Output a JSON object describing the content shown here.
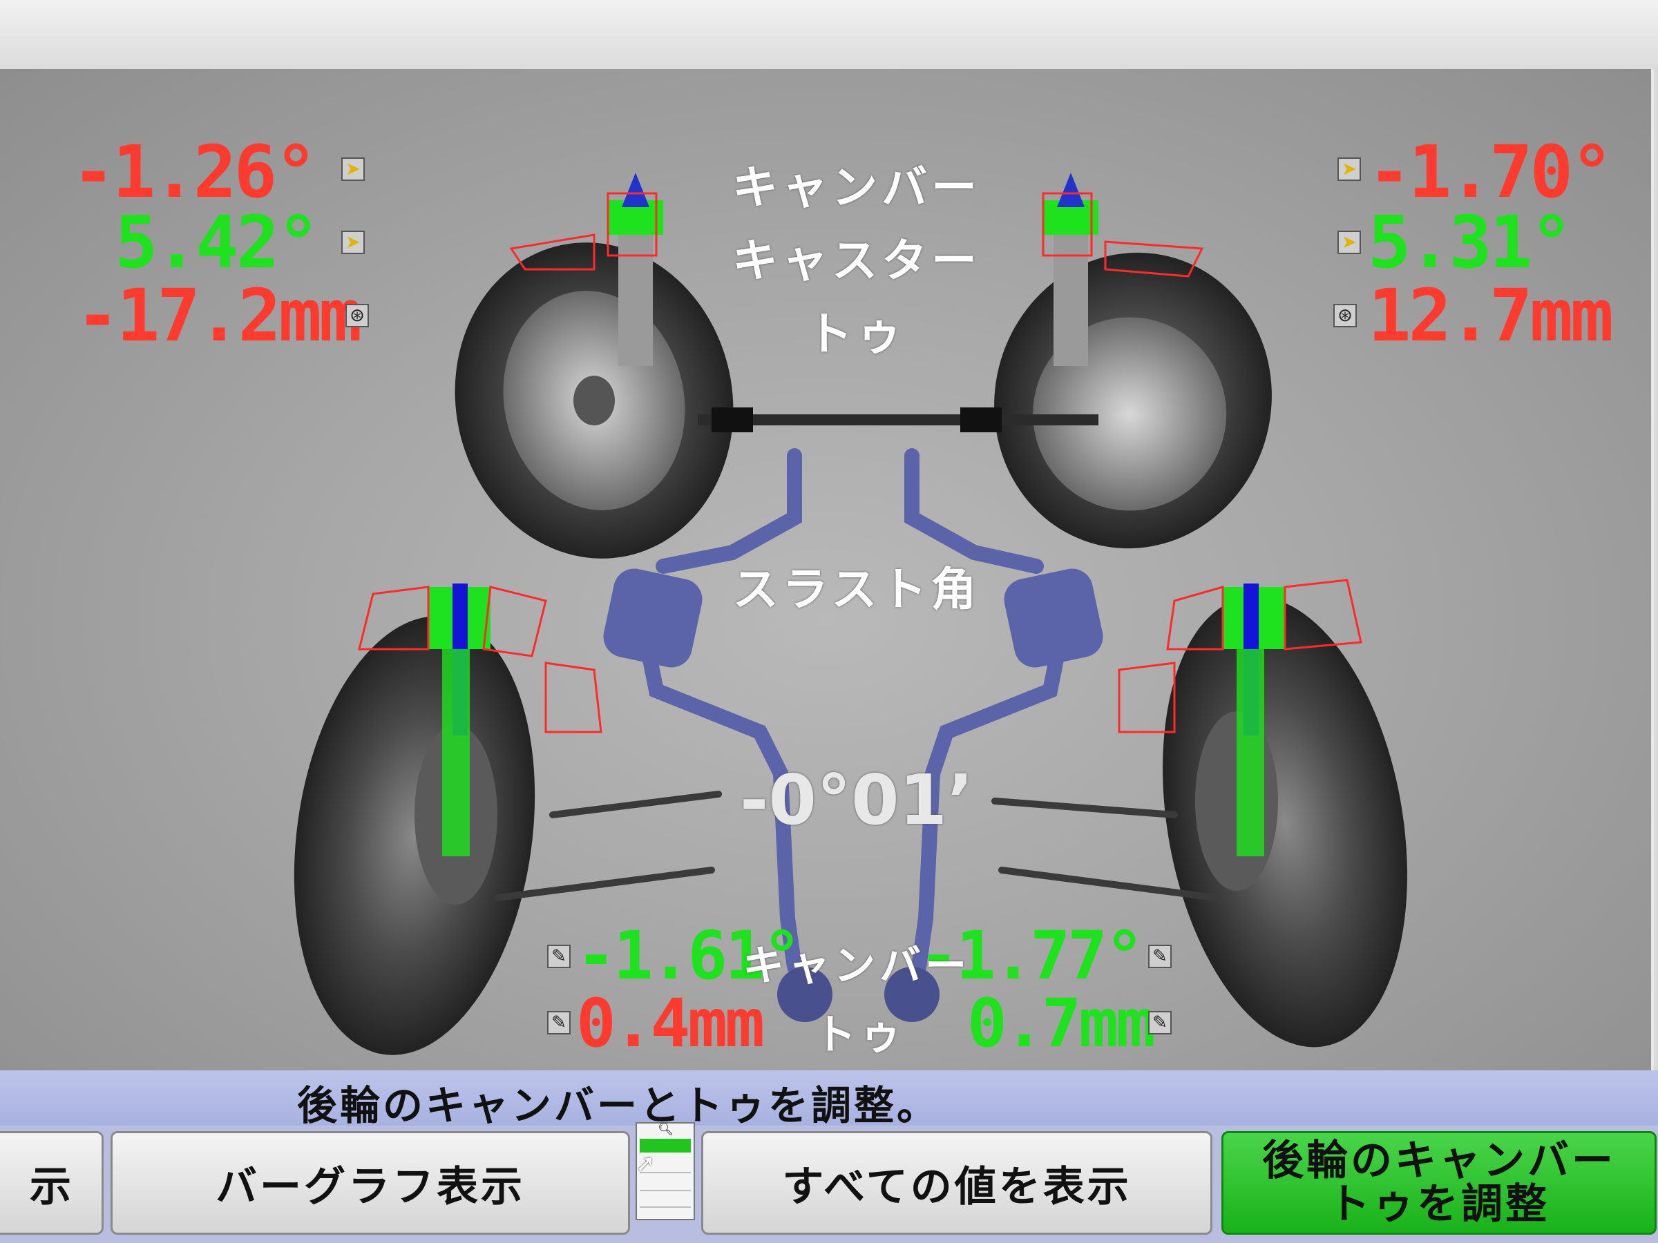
{
  "front": {
    "left": {
      "camber": "-1.26°",
      "caster": "5.42°",
      "toe": "-17.2mm"
    },
    "right": {
      "camber": "-1.70°",
      "caster": "5.31°",
      "toe": "12.7mm"
    },
    "labels": {
      "camber": "キャンバー",
      "caster": "キャスター",
      "toe": "トゥ"
    }
  },
  "thrust": {
    "label": "スラスト角",
    "value": "-0°01’"
  },
  "rear": {
    "left": {
      "camber": "-1.61°",
      "toe": "0.4mm"
    },
    "right": {
      "camber": "-1.77°",
      "toe": "0.7mm"
    },
    "labels": {
      "camber": "キャンバー",
      "toe": "トゥ"
    }
  },
  "status_message": "後輪のキャンバーとトゥを調整。",
  "toolbar": {
    "partial_left": "示",
    "bargraph": "バーグラフ表示",
    "show_all": "すべての値を表示",
    "adjust_line1": "後輪のキャンバー",
    "adjust_line2": "トゥを調整"
  },
  "icons": {
    "caster_indicator": "target-icon",
    "toe_indicator": "steering-wheel-icon",
    "rear_adjust": "wrench-icon"
  },
  "colors": {
    "out_of_spec": "#ff3b30",
    "in_spec": "#1de21d",
    "status_bar": "#b4bde6",
    "active_button": "#22c422"
  }
}
